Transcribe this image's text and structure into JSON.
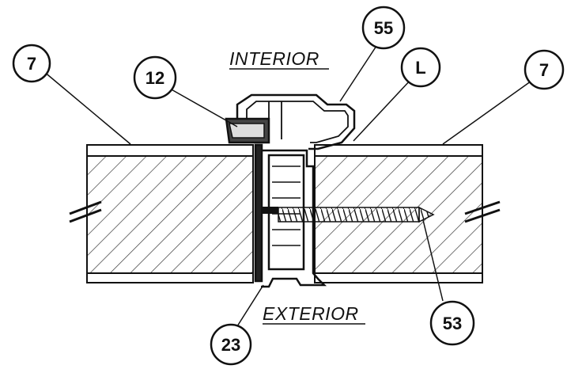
{
  "labels": {
    "interior": "INTERIOR",
    "exterior": "EXTERIOR"
  },
  "callouts": {
    "panel_left": "7",
    "panel_right": "7",
    "gasket": "12",
    "cap_profile": "55",
    "base_profile": "L",
    "sealant": "23",
    "screw": "53"
  },
  "colors": {
    "ink": "#111111",
    "hatch": "#3a3a3a",
    "background": "#ffffff"
  }
}
